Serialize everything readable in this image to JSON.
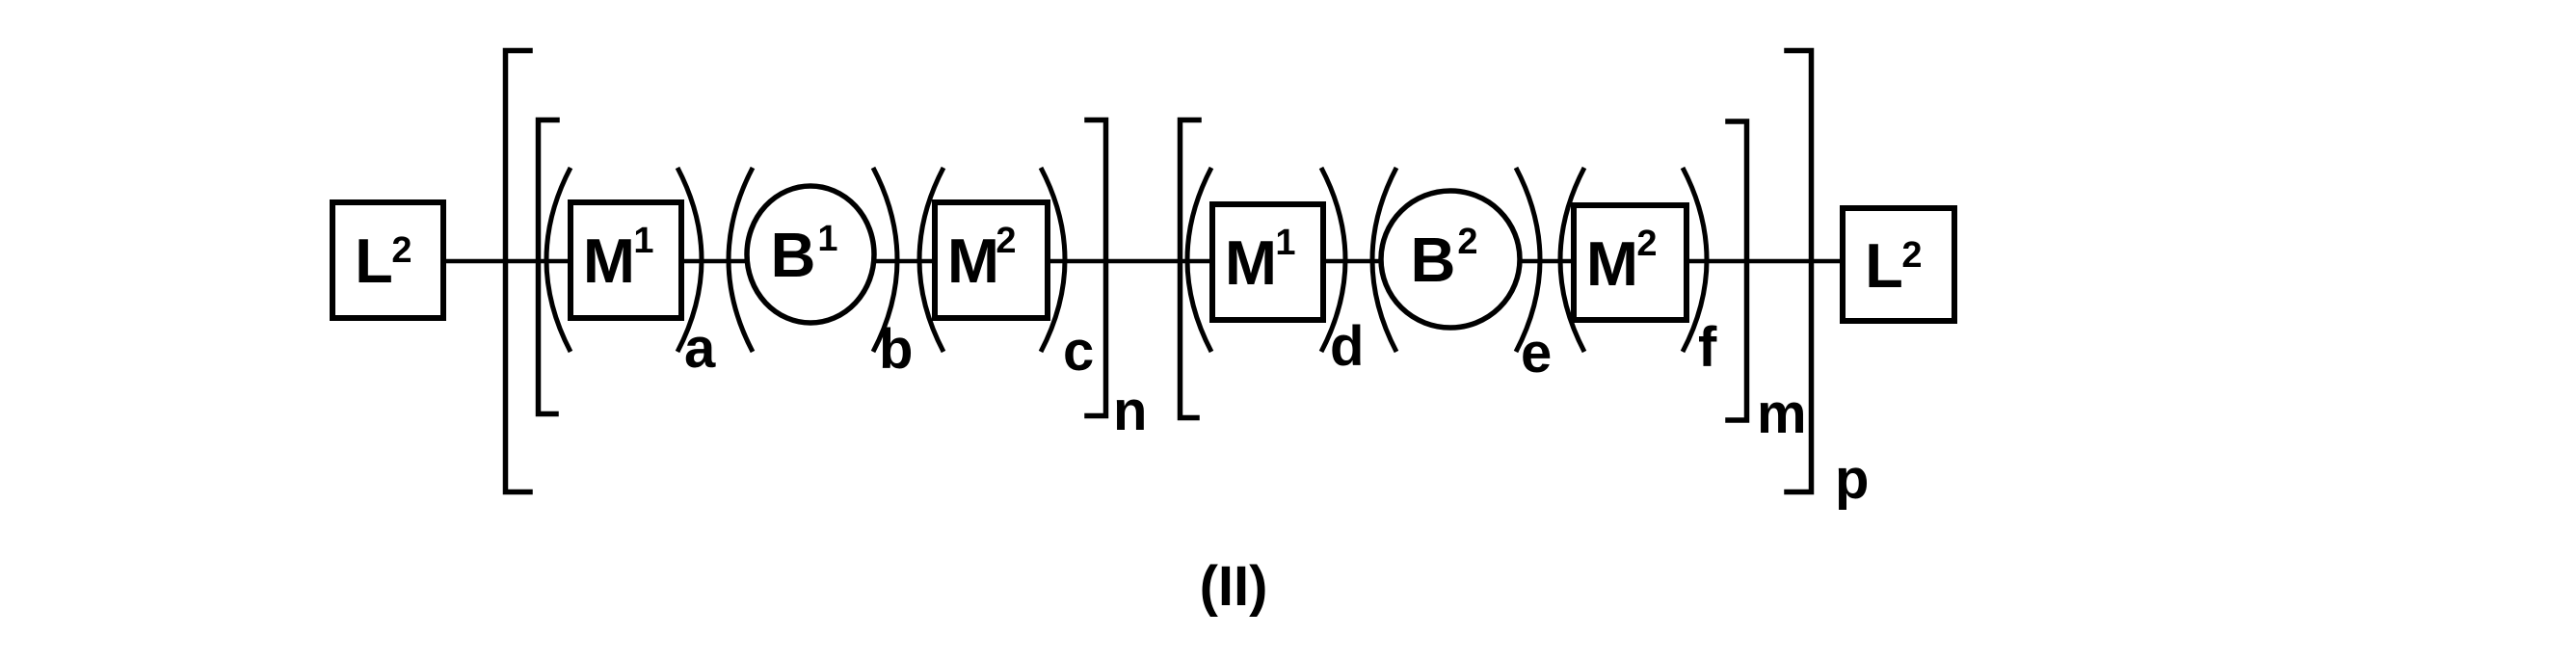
{
  "figure": {
    "label": "(II)",
    "end_left": {
      "letter": "L",
      "sup": "2"
    },
    "end_right": {
      "letter": "L",
      "sup": "2"
    },
    "units": [
      {
        "shape": "square",
        "letter": "M",
        "sup": "1",
        "sub": "a"
      },
      {
        "shape": "circle",
        "letter": "B",
        "sup": "1",
        "sub": "b"
      },
      {
        "shape": "square",
        "letter": "M",
        "sup": "2",
        "sub": "c"
      },
      {
        "shape": "square",
        "letter": "M",
        "sup": "1",
        "sub": "d"
      },
      {
        "shape": "circle",
        "letter": "B",
        "sup": "2",
        "sub": "e"
      },
      {
        "shape": "square",
        "letter": "M",
        "sup": "2",
        "sub": "f"
      }
    ],
    "repeats": {
      "inner_first": "n",
      "inner_second": "m",
      "outer": "p"
    }
  },
  "colors": {
    "ink": "#000000",
    "background": "#ffffff"
  }
}
